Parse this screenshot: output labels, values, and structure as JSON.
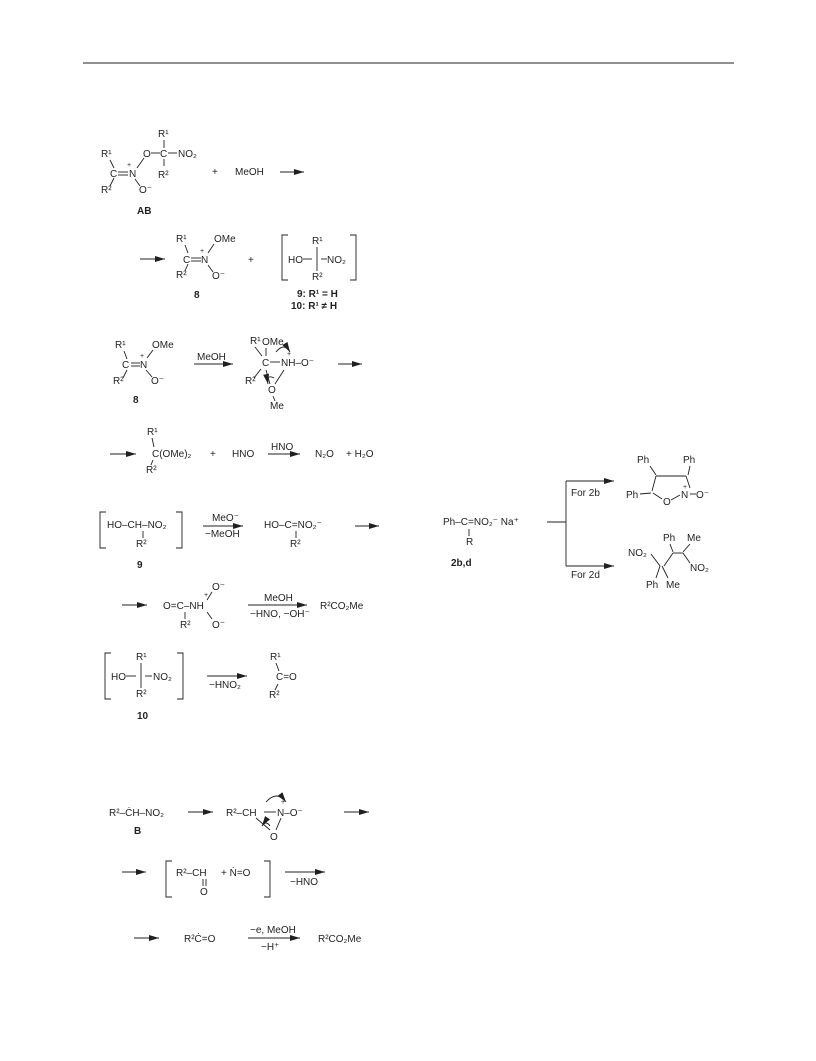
{
  "labels": {
    "AB": "AB",
    "c8a": "8",
    "c8b": "8",
    "c9": "9",
    "c10": "10",
    "c9_def": "9: R¹ = H",
    "c10_def": "10: R¹ ≠ H",
    "cB": "B",
    "c2bd": "2b,d"
  },
  "reagents": {
    "meoh": "MeOH",
    "hno": "HNO",
    "meo_minus": "MeO⁻",
    "minus_meoh": "−MeOH",
    "meoh2": "MeOH",
    "minus_hno_oh": "−HNO, −OH⁻",
    "minus_hno2": "−HNO₂",
    "minus_hno": "−HNO",
    "minus_e_meoh": "−e, MeOH",
    "minus_h": "−H⁺",
    "for_2b": "For 2b",
    "for_2d": "For 2d"
  },
  "fragments": {
    "R1": "R¹",
    "R2": "R²",
    "NO2": "NO₂",
    "OMe": "OMe",
    "O": "O",
    "Ominus": "O⁻",
    "Me": "Me",
    "Ph": "Ph",
    "plus": "+",
    "MeOH": "MeOH",
    "HO": "HO",
    "HNO": "HNO",
    "N2O": "N₂O",
    "H2O": "+ H₂O",
    "C_OMe2": "C(OMe)₂",
    "NH_Ominus": "NH–O⁻",
    "HO_CH_NO2": "HO–CH–NO₂",
    "HO_C_NO2_minus": "HO–C=NO₂⁻",
    "OC_NH": "O=C–NH",
    "R2CO2Me": "R²CO₂Me",
    "C_O": "C=O",
    "R2_CH_NO2": "R²–ĊH–NO₂",
    "R2_CH": "R²–CH",
    "N_Ominus": "N–O⁻",
    "R2_CH_b": "R²–CH",
    "plus_NO": "+ Ṅ=O",
    "R2C_O": "R²Ċ=O",
    "Ph_C_NO2_Na": "Ph–C=NO₂⁻ Na⁺",
    "R": "R",
    "Nplus": "N",
    "Ominus2": "O⁻"
  },
  "colors": {
    "ink": "#231f20",
    "rule": "#231f20"
  }
}
